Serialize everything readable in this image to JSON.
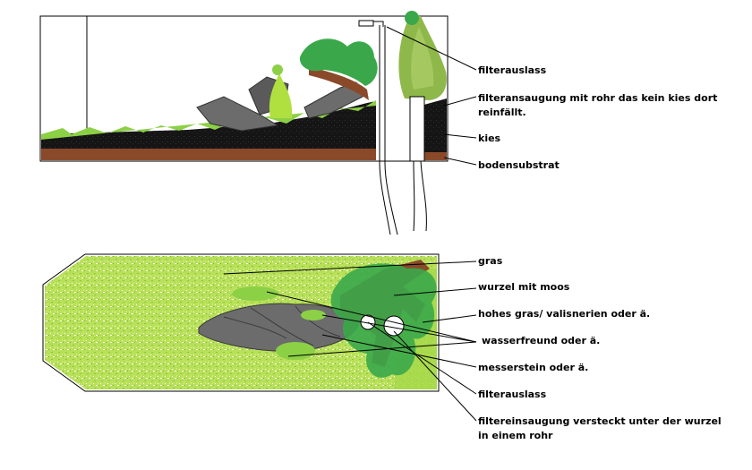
{
  "diagram": {
    "side_view": {
      "labels": {
        "filter_outlet": "filterauslass",
        "filter_intake": "filteransaugung mit rohr das kein kies dort reinfällt.",
        "gravel": "kies",
        "substrate": "bodensubstrat"
      }
    },
    "top_view": {
      "labels": {
        "grass": "gras",
        "root_moss": "wurzel mit moos",
        "tall_grass": "hohes gras/ valisnerien oder ä.",
        "water_friend": "wasserfreund oder ä.",
        "knife_stone": "messerstein oder ä.",
        "filter_outlet": "filterauslass",
        "filter_intake_hidden": "filtereinsaugung versteckt unter der wurzel in einem rohr"
      }
    },
    "colors": {
      "grass_light": "#a6d84a",
      "grass_yellow": "#c6e43a",
      "gravel": "#151515",
      "substrate": "#8a4a2a",
      "stone": "#6c6c6c",
      "stone_dark": "#3a3a3a",
      "moss_green": "#3aa84a",
      "root_brown": "#8a4a2a",
      "plant_tall": "#8fb84a",
      "outline": "#000000"
    }
  }
}
